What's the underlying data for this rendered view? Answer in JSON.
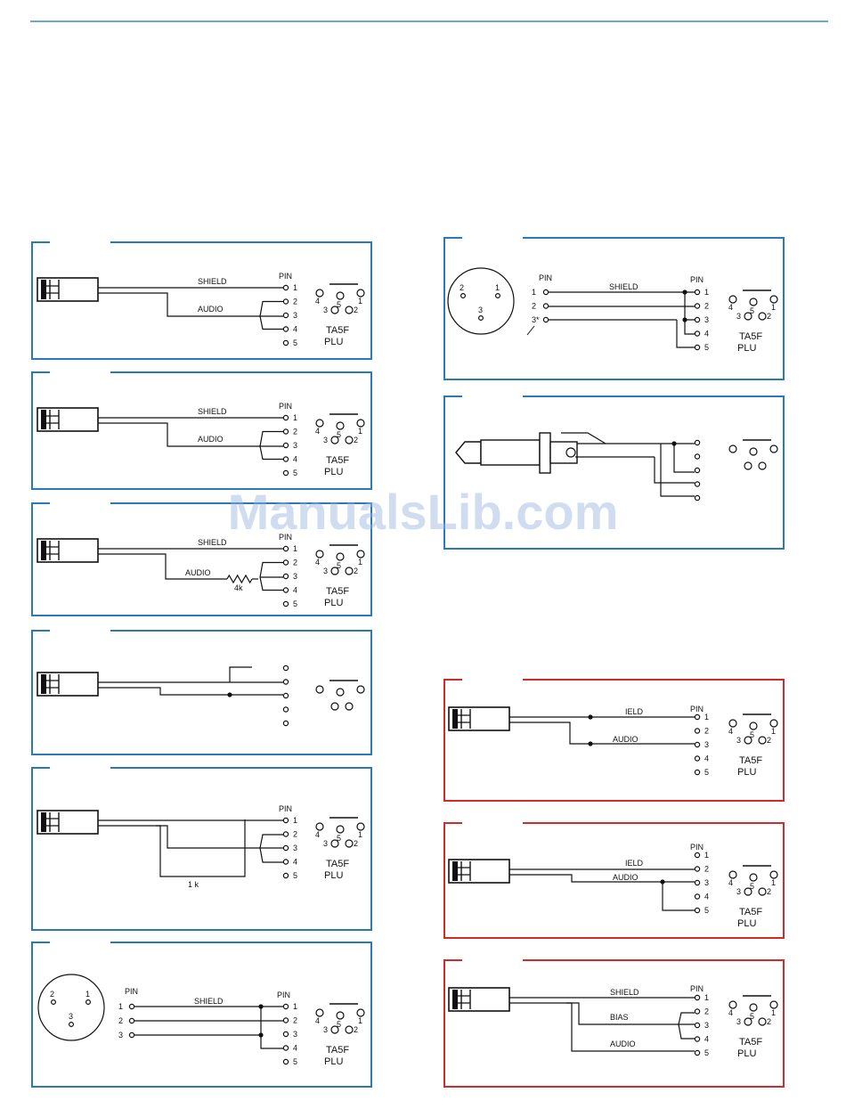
{
  "colors": {
    "rule": "#3b8bb8",
    "frame_blue": "#2a7ab8",
    "frame_red": "#d02a2a",
    "ink": "#111111",
    "watermark": "#96b4e1"
  },
  "watermark": "ManualsLib.com",
  "labels": {
    "pin": "PIN",
    "shield": "SHIELD",
    "audio": "AUDIO",
    "ield": "IELD",
    "bias": "BIAS",
    "ta5f": "TA5F",
    "plu": "PLU",
    "res_4k": "4k",
    "res_1k": "1 k",
    "pin3_star": "3*"
  },
  "pins": [
    "1",
    "2",
    "3",
    "4",
    "5"
  ],
  "socket_pins": [
    "4",
    "5",
    "1",
    "3",
    "2"
  ],
  "xlr_pins": [
    "2",
    "1",
    "3"
  ],
  "panels": [
    {
      "id": "p1",
      "frame": "blue",
      "source": "plug",
      "labels": [
        "PIN",
        "SHIELD",
        "AUDIO",
        "TA5F",
        "PLU"
      ]
    },
    {
      "id": "p2",
      "frame": "blue",
      "source": "plug",
      "labels": [
        "PIN",
        "SHIELD",
        "AUDIO",
        "TA5F",
        "PLU"
      ]
    },
    {
      "id": "p3",
      "frame": "blue",
      "source": "plug",
      "labels": [
        "PIN",
        "SHIELD",
        "AUDIO",
        "4k",
        "TA5F",
        "PLU"
      ]
    },
    {
      "id": "p4",
      "frame": "blue",
      "source": "plug",
      "labels": []
    },
    {
      "id": "p5",
      "frame": "blue",
      "source": "plug",
      "labels": [
        "PIN",
        "1 k",
        "TA5F",
        "PLU"
      ]
    },
    {
      "id": "p6",
      "frame": "blue",
      "source": "xlr",
      "labels": [
        "PIN",
        "SHIELD",
        "PIN",
        "TA5F",
        "PLU"
      ]
    },
    {
      "id": "p7",
      "frame": "blue",
      "source": "xlr",
      "labels": [
        "PIN",
        "SHIELD",
        "PIN",
        "3*"
      ]
    },
    {
      "id": "p8",
      "frame": "blue",
      "source": "phone-jack",
      "labels": []
    },
    {
      "id": "p9",
      "frame": "red",
      "source": "plug",
      "labels": [
        "IELD",
        "AUDIO",
        "PIN",
        "TA5F",
        "PLU"
      ]
    },
    {
      "id": "p10",
      "frame": "red",
      "source": "plug",
      "labels": [
        "PIN",
        "IELD",
        "AUDIO",
        "TA5F",
        "PLU"
      ]
    },
    {
      "id": "p11",
      "frame": "red",
      "source": "plug",
      "labels": [
        "SHIELD",
        "BIAS",
        "AUDIO",
        "PIN",
        "TA5F",
        "PLU"
      ]
    }
  ]
}
